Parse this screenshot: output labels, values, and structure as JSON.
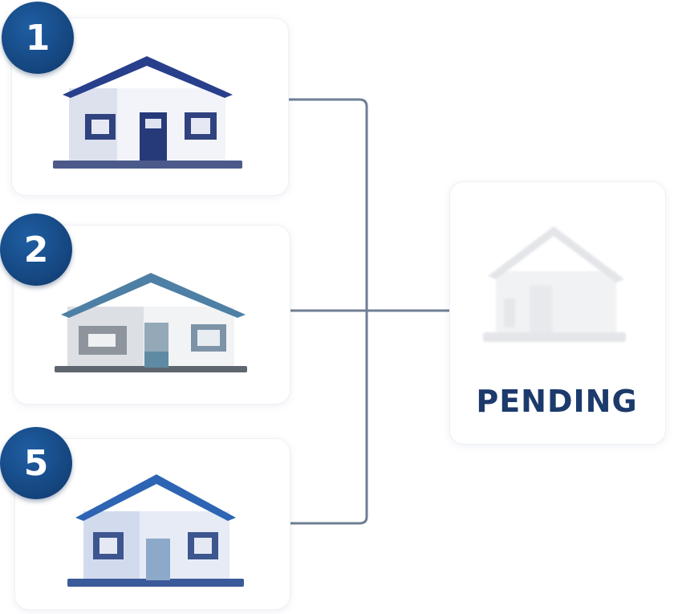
{
  "steps": [
    {
      "number": "1",
      "icon": "house-icon"
    },
    {
      "number": "2",
      "icon": "house-icon"
    },
    {
      "number": "5",
      "icon": "house-icon"
    }
  ],
  "result": {
    "label": "PENDING",
    "icon": "faded-house-icon"
  },
  "colors": {
    "badge": "#15467f",
    "connector": "#6f7f94",
    "label": "#1c3a6b",
    "house1_roof": "#283f8c",
    "house2_roof": "#4e7fa5",
    "house3_roof": "#2d64b3"
  }
}
